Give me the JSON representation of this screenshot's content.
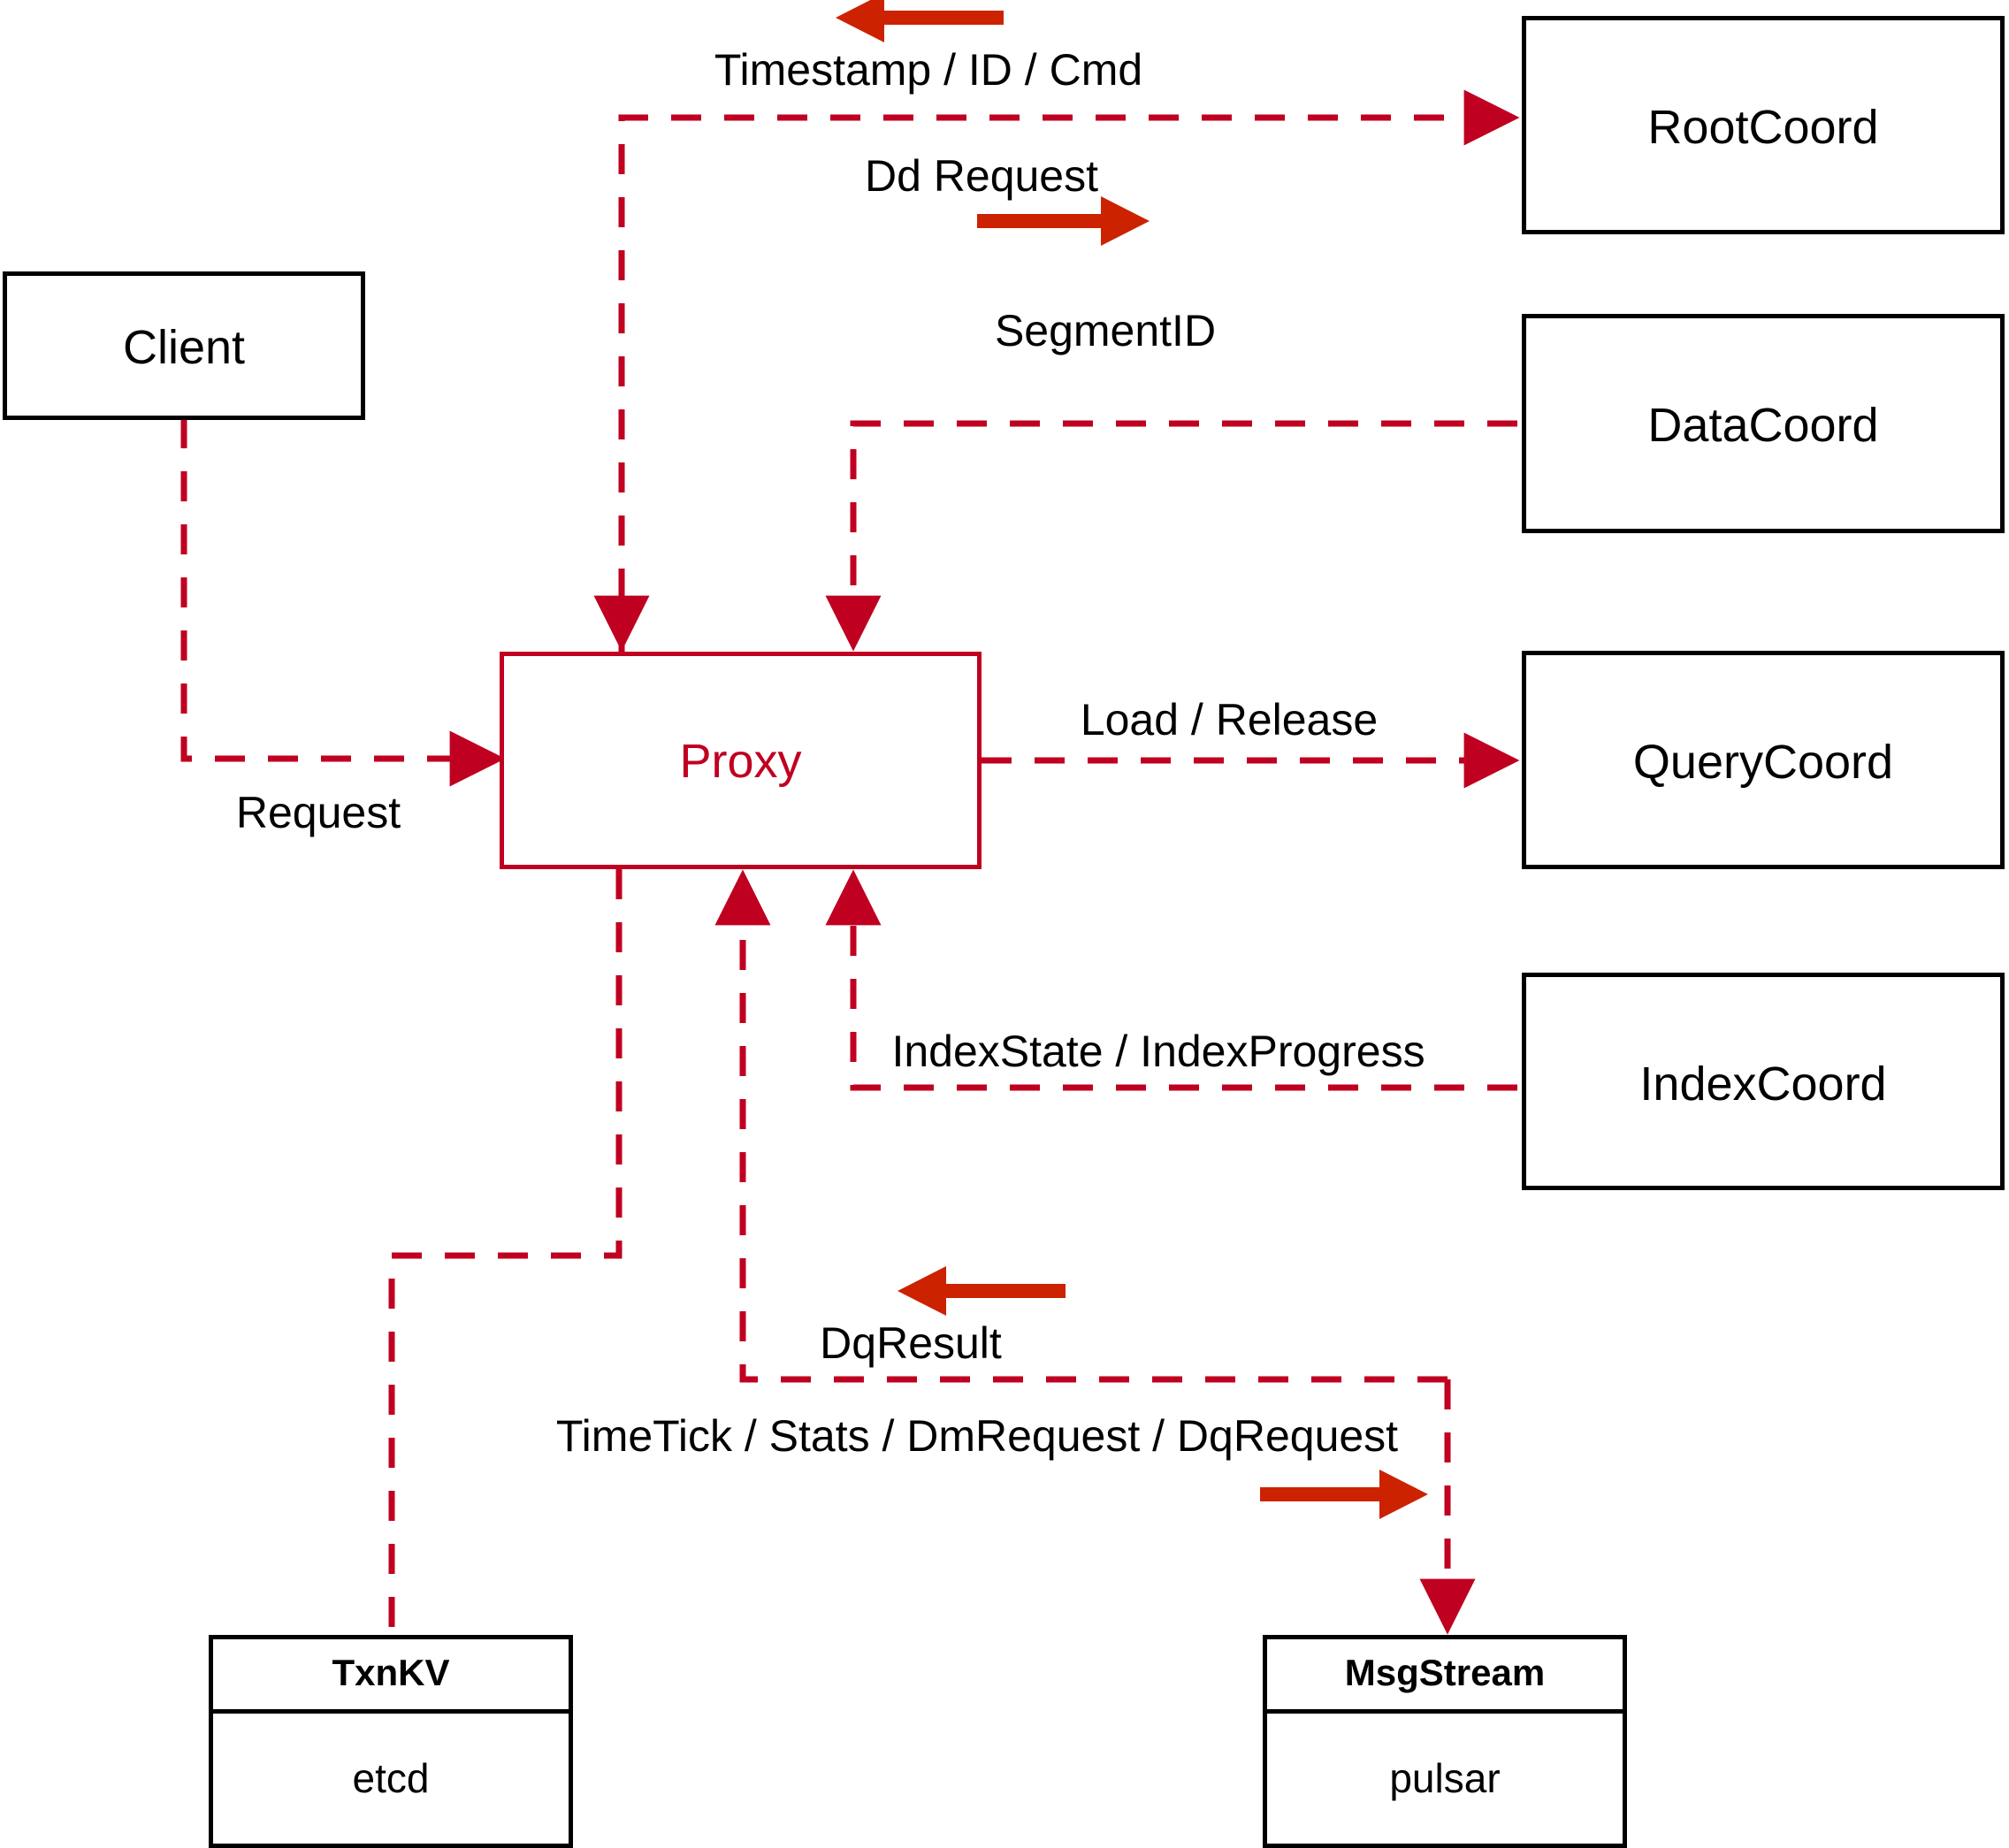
{
  "diagram": {
    "title": "Milvus Proxy interaction diagram",
    "colors": {
      "edge_red": "#C00020",
      "arrow_red": "#CC2200",
      "node_border": "#000000",
      "proxy_border": "#C00020",
      "background": "#FFFFFF"
    },
    "nodes": [
      {
        "id": "client",
        "label": "Client"
      },
      {
        "id": "proxy",
        "label": "Proxy"
      },
      {
        "id": "rootcoord",
        "label": "RootCoord"
      },
      {
        "id": "datacoord",
        "label": "DataCoord"
      },
      {
        "id": "querycoord",
        "label": "QueryCoord"
      },
      {
        "id": "indexcoord",
        "label": "IndexCoord"
      },
      {
        "id": "txnkv",
        "label": "TxnKV",
        "sublabel": "etcd"
      },
      {
        "id": "msgstream",
        "label": "MsgStream",
        "sublabel": "pulsar"
      }
    ],
    "edges": [
      {
        "id": "client-request",
        "label": "Request",
        "from": "client",
        "to": "proxy"
      },
      {
        "id": "proxy-rootcoord",
        "label": "Dd Request",
        "from": "proxy",
        "to": "rootcoord"
      },
      {
        "id": "rootcoord-proxy",
        "label": "Timestamp / ID / Cmd",
        "from": "rootcoord",
        "to": "proxy"
      },
      {
        "id": "datacoord-proxy",
        "label": "SegmentID",
        "from": "datacoord",
        "to": "proxy"
      },
      {
        "id": "proxy-querycoord",
        "label": "Load / Release",
        "from": "proxy",
        "to": "querycoord"
      },
      {
        "id": "indexcoord-proxy",
        "label": "IndexState / IndexProgress",
        "from": "indexcoord",
        "to": "proxy"
      },
      {
        "id": "msgstream-proxy",
        "label": "DqResult",
        "from": "msgstream",
        "to": "proxy"
      },
      {
        "id": "proxy-msgstream",
        "label": "TimeTick / Stats / DmRequest / DqRequest",
        "from": "proxy",
        "to": "msgstream"
      },
      {
        "id": "proxy-txnkv",
        "label": "",
        "from": "proxy",
        "to": "txnkv"
      }
    ]
  }
}
